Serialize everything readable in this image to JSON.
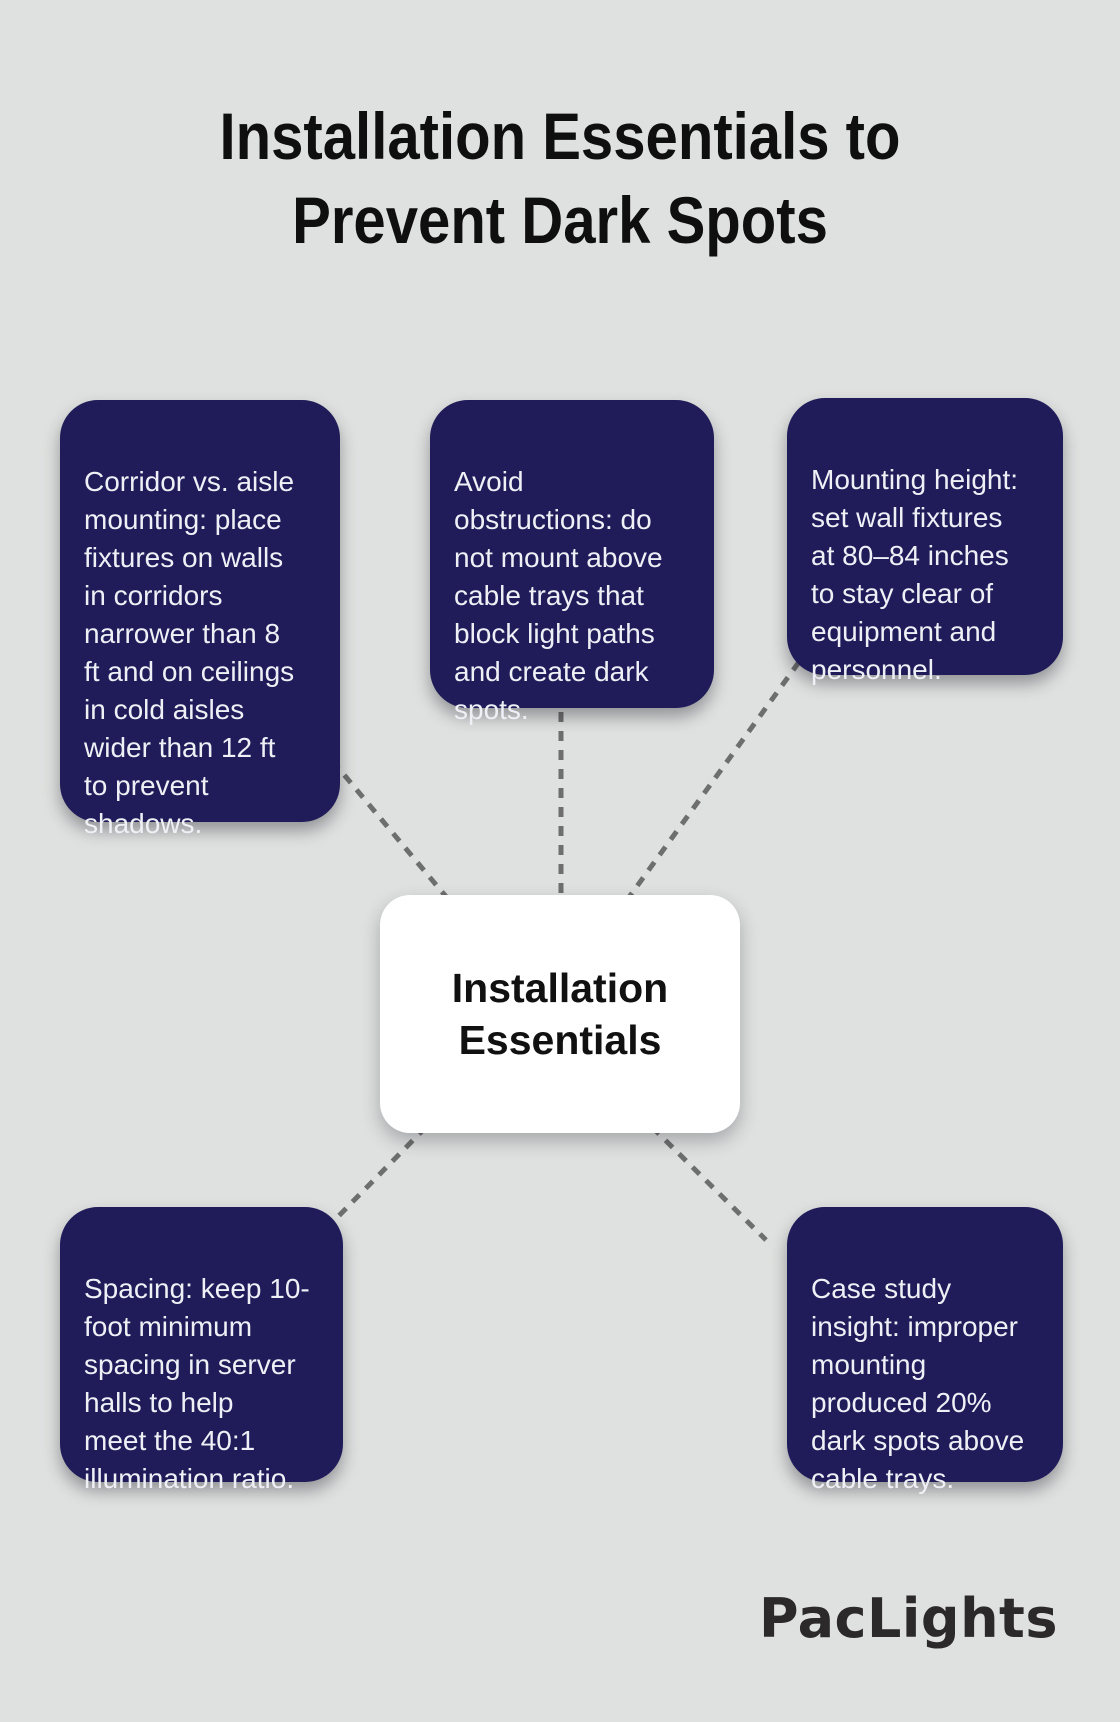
{
  "page": {
    "background_color": "#dfe1e0",
    "title_line1": "Installation Essentials to",
    "title_line2": "Prevent Dark Spots",
    "brand": "PacLights"
  },
  "colors": {
    "card_background": "#1f1c59",
    "card_text": "#eef0f6",
    "title_text": "#0f0f10",
    "connector_line": "#6e6e6e",
    "center_background": "#ffffff",
    "center_text": "#111111",
    "logo_text": "#2c292a"
  },
  "center_node": {
    "label": "Installation\nEssentials"
  },
  "cards": [
    {
      "id": "corridor-vs-aisle",
      "text": "Corridor vs. aisle\nmounting: place\nfixtures on walls\nin corridors\nnarrower than 8\nft and on ceilings\nin cold aisles\nwider than 12 ft\nto prevent\nshadows."
    },
    {
      "id": "avoid-obstructions",
      "text": "Avoid\nobstructions: do\nnot mount above\ncable trays that\nblock light paths\nand create dark\nspots."
    },
    {
      "id": "mounting-height",
      "text": "Mounting height:\nset wall fixtures\nat 80–84 inches\nto stay clear of\nequipment and\npersonnel."
    },
    {
      "id": "spacing",
      "text": "Spacing: keep 10-\nfoot minimum\nspacing in server\nhalls to help\nmeet the 40:1\nillumination ratio."
    },
    {
      "id": "case-study-insight",
      "text": "Case study\ninsight: improper\nmounting\nproduced 20%\ndark spots above\ncable trays."
    }
  ]
}
